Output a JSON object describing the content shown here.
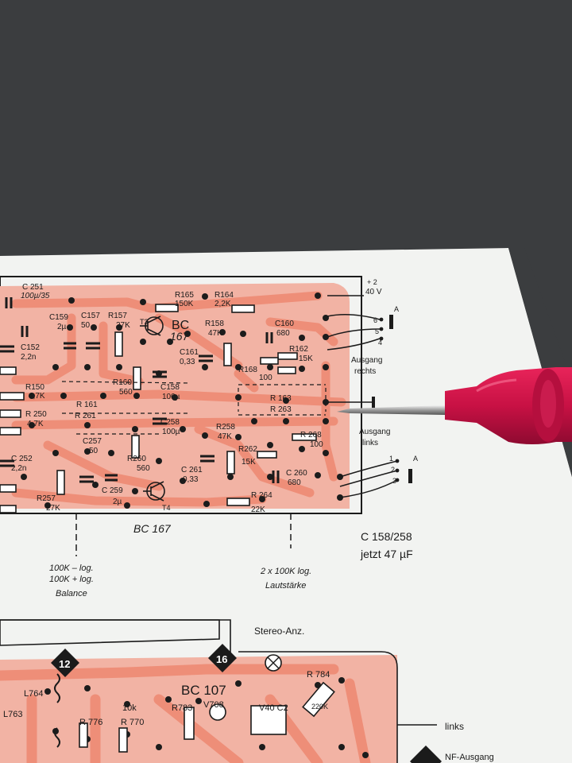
{
  "labels": {
    "c251": "C 251",
    "c251v": "100µ/35",
    "r165": "R165",
    "r165v": "150K",
    "r164": "R164",
    "r164v": "2,2K",
    "plus": "+ 2",
    "v40": "40 V",
    "bc_top": "BC",
    "bc_top_num": "167",
    "t3": "T3",
    "c159": "C159",
    "c159v": "2µ",
    "c157": "C157",
    "c157v": "50",
    "r157": "R157",
    "r157v": "27K",
    "r158": "R158",
    "r158v": "47K",
    "c160": "C160",
    "c160v": "680",
    "r162": "R162",
    "r162v": "15K",
    "c152": "C152",
    "c152v": "2,2n",
    "c161": "C161",
    "c161v": "0,33",
    "r168": "R168",
    "r168v": "100",
    "ausgang_rechts_1": "Ausgang",
    "ausgang_rechts_2": "rechts",
    "r150": "R150",
    "r150v": "4,7K",
    "r160": "R160",
    "r160v": "560",
    "c158": "C158",
    "c158v": "100µ",
    "r163": "R 163",
    "r263": "R 263",
    "r161": "R 161",
    "r261": "R 261",
    "r250": "R 250",
    "r250v": "4,7K",
    "c258": "C258",
    "c258v": "100µ",
    "r258": "R258",
    "r258v": "47K",
    "r268": "R 268",
    "r268v": "100",
    "ausgang_links_1": "Ausgang",
    "ausgang_links_2": "links",
    "c257": "C257",
    "c257v": "50",
    "c252": "C 252",
    "c252v": "2,2n",
    "r262": "R262",
    "r262v": "15K",
    "r260": "R260",
    "r260v": "560",
    "c261": "C 261",
    "c261v": "0,33",
    "c260": "C 260",
    "c260v": "680",
    "c259": "C 259",
    "c259v": "2µ",
    "r257": "R257",
    "r257v": "27K",
    "t4": "T4",
    "r264": "R 264",
    "r264v": "22K",
    "bc_bottom": "BC 167",
    "pins_top": [
      "6",
      "5",
      "4"
    ],
    "pins_bottom": [
      "1",
      "2",
      "3"
    ],
    "pin_a": "A",
    "note_1": "C 158/258",
    "note_2": "jetzt 47 µF",
    "pot1_1": "100K – log.",
    "pot1_2": "100K + log.",
    "pot1_3": "Balance",
    "pot2_1": "2 x 100K  log.",
    "pot2_2": "Lautstärke",
    "stereo": "Stereo-Anz.",
    "badge_12": "12",
    "badge_16": "16",
    "bc107": "BC 107",
    "l764": "L764",
    "l763": "L763",
    "r776": "R 776",
    "r770": "R 770",
    "k10": "10k",
    "r783": "R783",
    "r708": "V708",
    "r784": "R 784",
    "v40c2": "V40 C2",
    "k220": "220K",
    "links": "links",
    "nf": "NF-Ausgang"
  }
}
